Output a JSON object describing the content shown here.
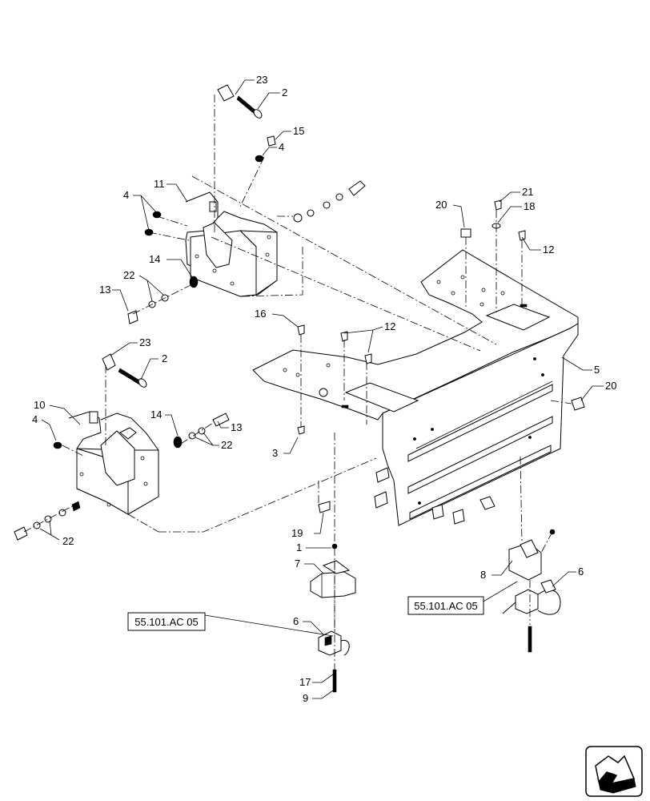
{
  "callouts": {
    "c23a": "23",
    "c2a": "2",
    "c15": "15",
    "c4a": "4",
    "c11": "11",
    "c4b": "4",
    "c14a": "14",
    "c22a": "22",
    "c13a": "13",
    "c23b": "23",
    "c2b": "2",
    "c10": "10",
    "c4c": "4",
    "c14b": "14",
    "c13b": "13",
    "c22b": "22",
    "c22c": "22",
    "c16": "16",
    "c12a": "12",
    "c3": "3",
    "c20a": "20",
    "c21": "21",
    "c18": "18",
    "c12b": "12",
    "c5": "5",
    "c20b": "20",
    "c19": "19",
    "c1": "1",
    "c7": "7",
    "c8": "8",
    "c6a": "6",
    "c6b": "6",
    "c17": "17",
    "c9": "9"
  },
  "references": {
    "ref_left": "55.101.AC 05",
    "ref_right": "55.101.AC 05"
  }
}
